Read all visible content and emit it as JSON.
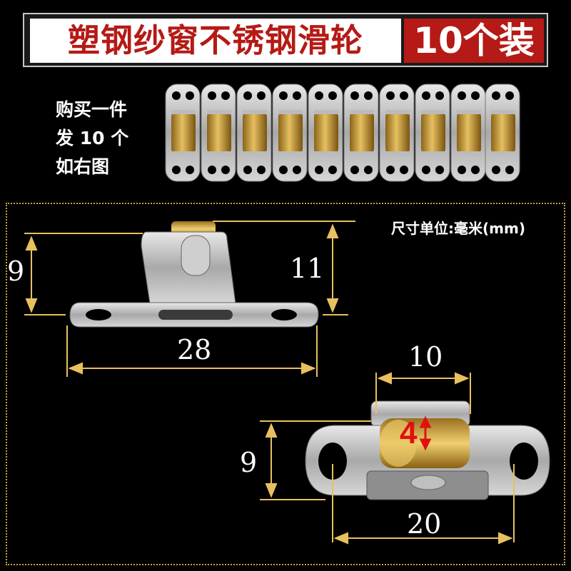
{
  "banner": {
    "title": "塑钢纱窗不锈钢滑轮",
    "quantity": "10个装"
  },
  "note": {
    "line1": "购买一件",
    "line2": "发 10 个",
    "line3": "如右图"
  },
  "unit_label": "尺寸单位:毫米(mm)",
  "dimensions": {
    "side_height": "9",
    "total_height": "11",
    "side_length": "28",
    "wheel_width": "10",
    "front_height": "9",
    "wheel_thickness": "4",
    "hole_spacing": "20"
  },
  "colors": {
    "accent_red": "#b51a16",
    "dimension_gold": "#e8c060",
    "brass": "#c8992e"
  }
}
